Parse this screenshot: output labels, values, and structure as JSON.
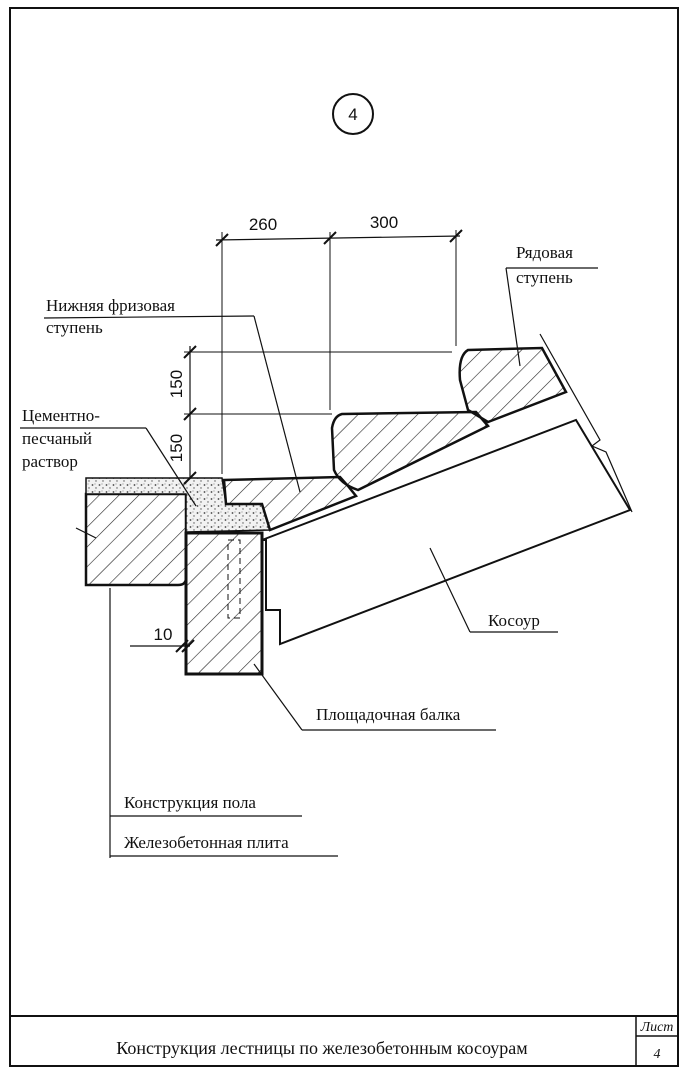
{
  "detail_number": "4",
  "dimensions": {
    "tread_1": "260",
    "tread_2": "300",
    "rise_1": "150",
    "rise_2": "150",
    "gap": "10"
  },
  "labels": {
    "lower_frieze_step_line1": "Нижняя фризовая",
    "lower_frieze_step_line2": "ступень",
    "ordinary_step_line1": "Рядовая",
    "ordinary_step_line2": "ступень",
    "mortar_line1": "Цементно-",
    "mortar_line2": "песчаный",
    "mortar_line3": "раствор",
    "stringer": "Косоур",
    "landing_beam": "Площадочная балка",
    "floor_construction": "Конструкция пола",
    "rc_slab": "Железобетонная плита"
  },
  "title_block": {
    "title": "Конструкция лестницы по железобетонным косоурам",
    "sheet_label": "Лист",
    "sheet_number": "4"
  }
}
